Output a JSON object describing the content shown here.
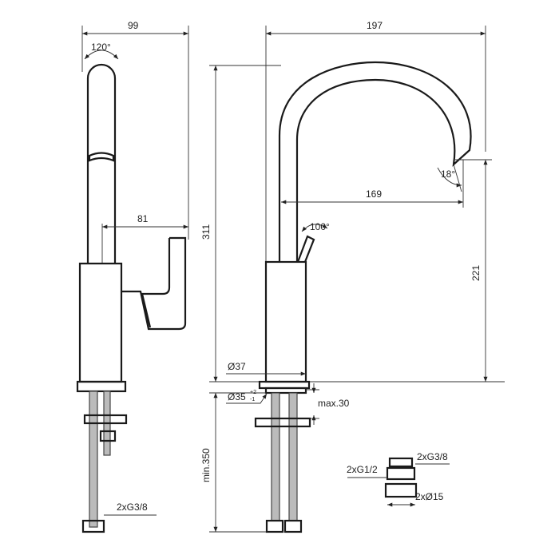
{
  "drawing": {
    "side_view": {
      "width_label": "99",
      "rotation_label": "120°",
      "lever_offset_label": "81",
      "connection_label": "2xG3/8"
    },
    "front_view": {
      "width_label": "197",
      "height_label": "311",
      "spout_reach_label": "169",
      "spout_angle_label": "18°",
      "lever_angle_label": "100°",
      "spout_height_label": "221",
      "body_diameter_label": "Ø37",
      "hole_diameter_label": "Ø35",
      "hole_tolerance_upper": "+2",
      "hole_tolerance_lower": "-1",
      "max_thickness_label": "max.30",
      "min_length_label": "min.350"
    },
    "adapter": {
      "outlet_label": "2xG3/8",
      "inlet_label": "2xG1/2",
      "pipe_label": "2xØ15"
    }
  }
}
